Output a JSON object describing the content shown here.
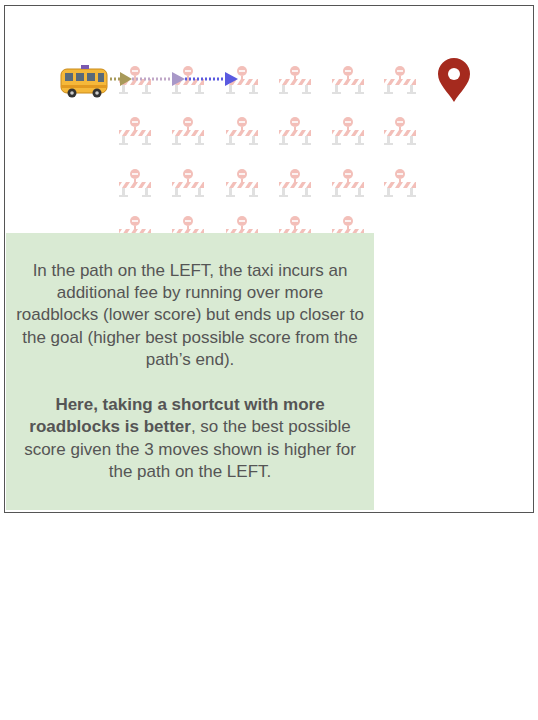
{
  "diagram": {
    "nodes": [
      {
        "text": [
          "In the path on the LEFT, the taxi incurs an additional fee by running over more roadblocks (lower score) but ends up closer to the goal (higher best possible score from the path’s end).",
          "Here, taking a shortcut with more roadblocks is better",
          ", so the best possible score given the 3 moves shown is higher for the path on the LEFT."
        ]
      }
    ]
  }
}
